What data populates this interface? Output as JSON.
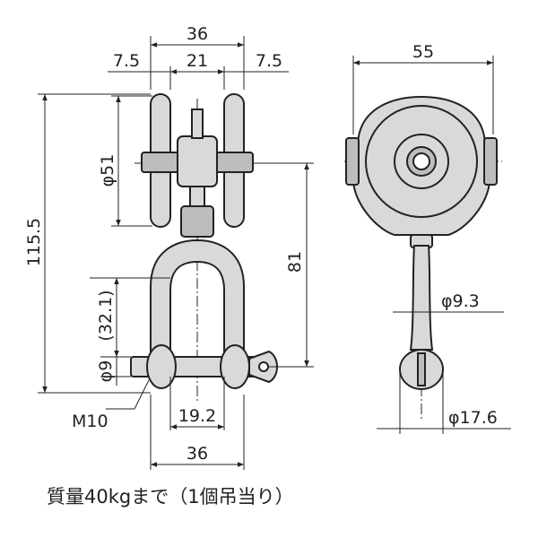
{
  "dimensions": {
    "overall_width_top": "36",
    "wheel_width_left": "7.5",
    "gap_between_wheels": "21",
    "wheel_width_right": "7.5",
    "total_height": "115.5",
    "wheel_diameter": "φ51",
    "center_to_pin": "81",
    "shackle_inner_height": "(32.1)",
    "pin_diameter": "φ9",
    "thread_size": "M10",
    "shackle_inner_width": "19.2",
    "shackle_outer_width": "36",
    "side_width": "55",
    "rod_diameter": "φ9.3",
    "eye_diameter": "φ17.6"
  },
  "caption": "質量40kgまで（1個吊当り）"
}
